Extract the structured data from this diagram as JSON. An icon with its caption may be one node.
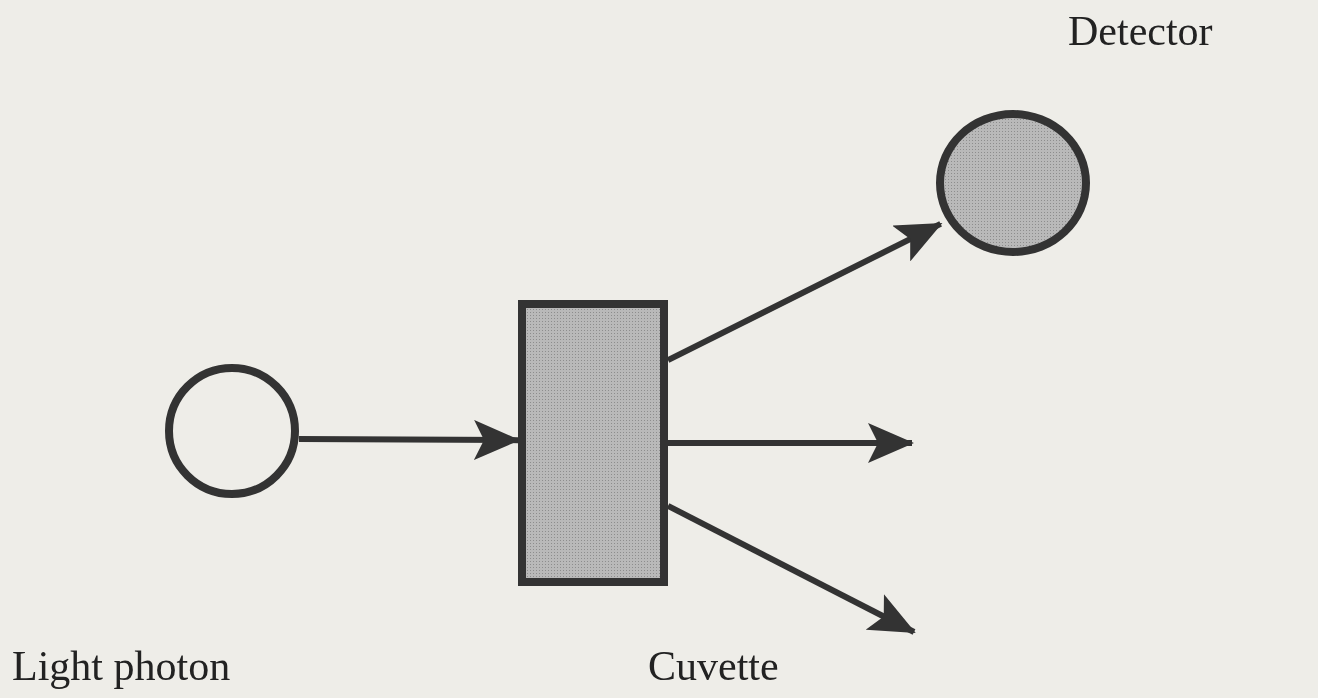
{
  "diagram": {
    "nodes": [
      {
        "text": [
          "Light photon"
        ]
      },
      {
        "text": [
          "Cuvette"
        ]
      },
      {
        "text": [
          "Detector"
        ]
      }
    ],
    "edges": [
      {
        "from": 0,
        "to": 1,
        "arrow": "to"
      },
      {
        "from": 1,
        "to": 2,
        "arrow": "to"
      },
      {
        "from": 1,
        "to": null,
        "arrow": "to"
      },
      {
        "from": 1,
        "to": null,
        "arrow": "to"
      }
    ]
  }
}
